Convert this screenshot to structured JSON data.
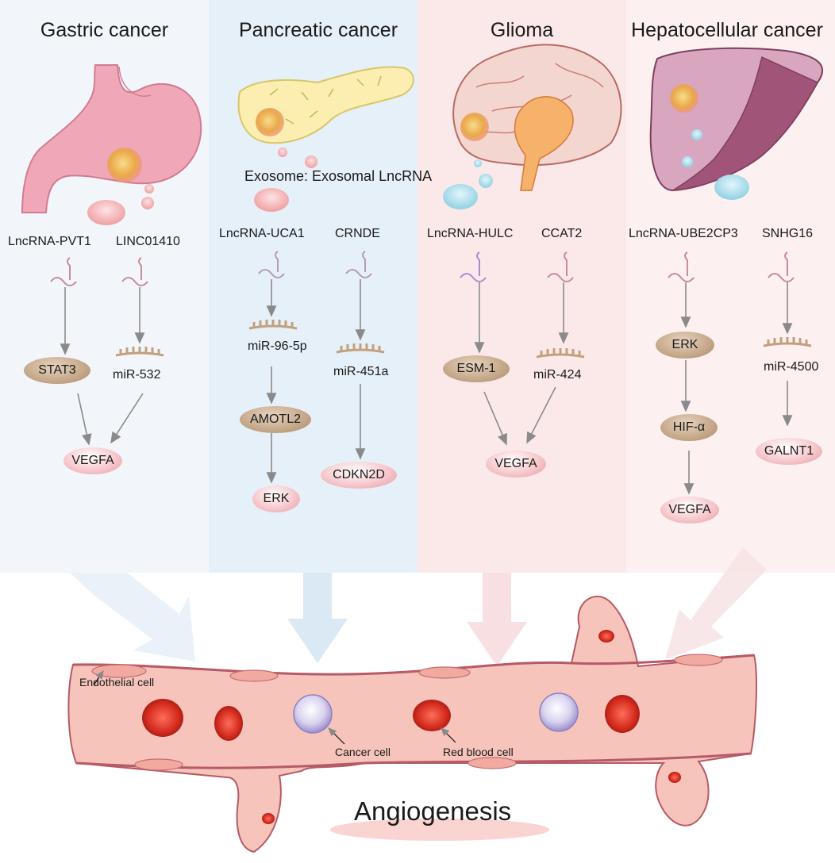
{
  "panels": [
    {
      "title": "Gastric cancer",
      "color": "#f2f6fb"
    },
    {
      "title": "Pancreatic cancer",
      "color": "#e6f0f8"
    },
    {
      "title": "Glioma",
      "color": "#fbe9ea"
    },
    {
      "title": "Hepatocellular cancer",
      "color": "#fdf0f1"
    }
  ],
  "exosome_label": "Exosome: Exosomal LncRNA",
  "lncrnas": {
    "pvt1": "LncRNA-PVT1",
    "linc01410": "LINC01410",
    "uca1": "LncRNA-UCA1",
    "crnde": "CRNDE",
    "hulc": "LncRNA-HULC",
    "ccat2": "CCAT2",
    "ube2cp3": "LncRNA-UBE2CP3",
    "snhg16": "SNHG16"
  },
  "mirnas": {
    "mir532": "miR-532",
    "mir965p": "miR-96-5p",
    "mir451a": "miR-451a",
    "mir424": "miR-424",
    "mir4500": "miR-4500"
  },
  "nodes": {
    "stat3": "STAT3",
    "vegfa_gastric": "VEGFA",
    "amotl2": "AMOTL2",
    "erk_pancreatic": "ERK",
    "cdkn2d": "CDKN2D",
    "esm1": "ESM-1",
    "vegfa_glioma": "VEGFA",
    "erk_hcc": "ERK",
    "hif": "HIF-α",
    "vegfa_hcc": "VEGFA",
    "galnt1": "GALNT1"
  },
  "vessel": {
    "endothelial": "Endothelial cell",
    "cancer_cell": "Cancer cell",
    "rbc": "Red blood cell",
    "angiogenesis": "Angiogenesis"
  }
}
